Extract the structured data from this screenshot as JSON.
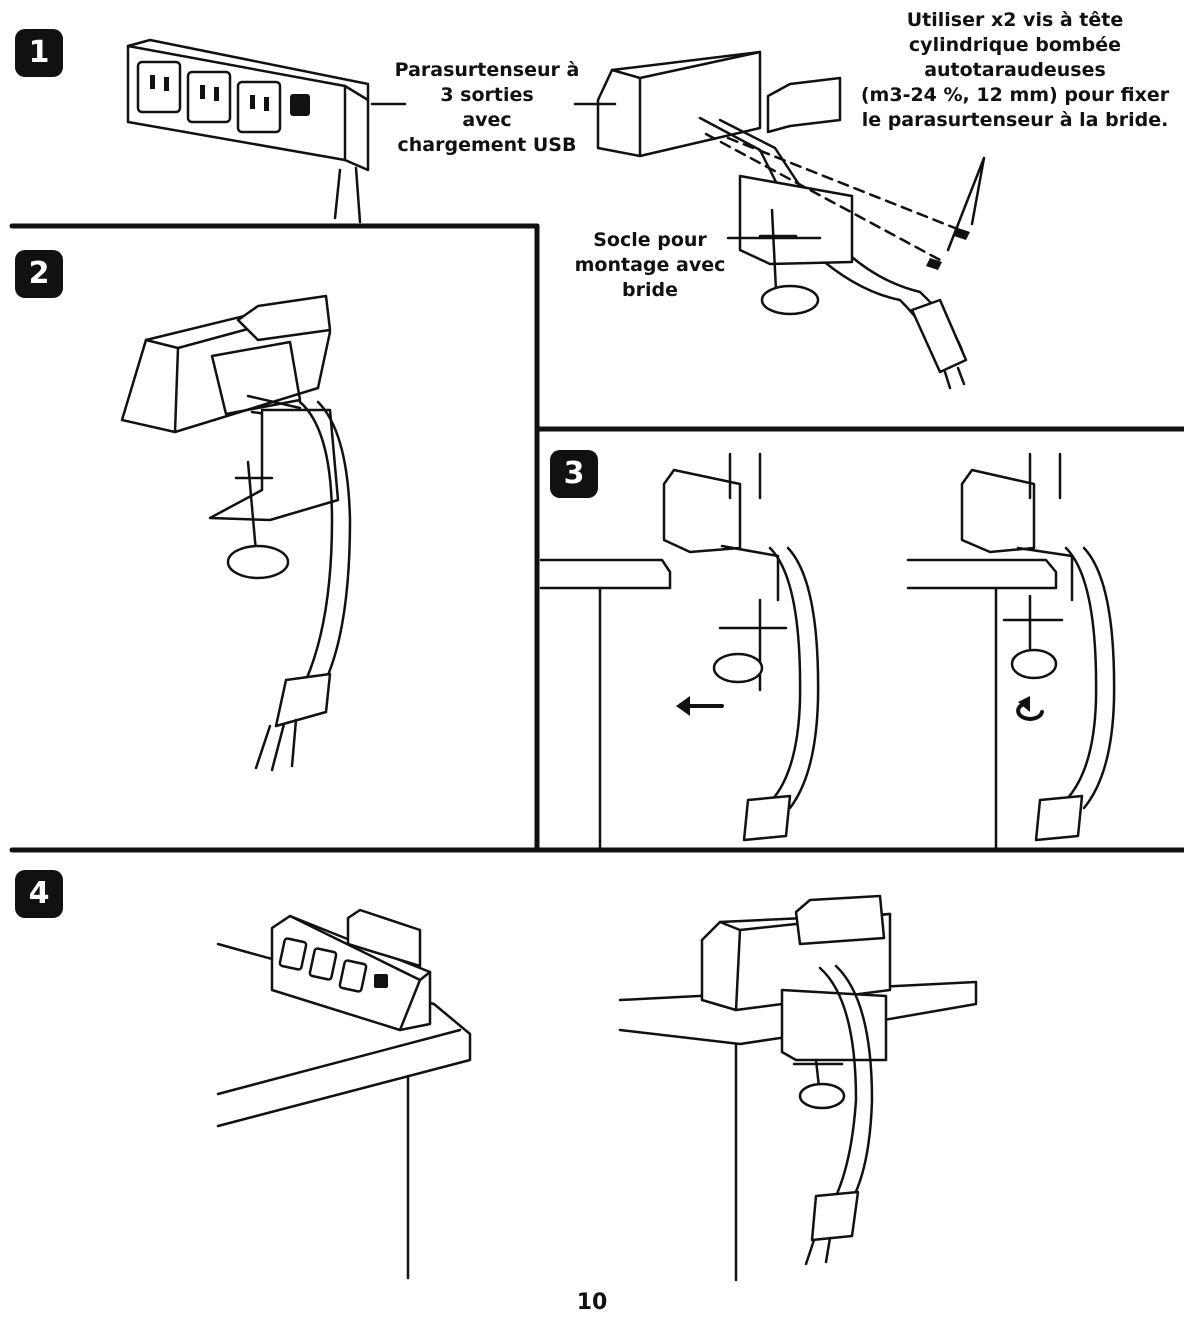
{
  "steps": [
    {
      "number": "1"
    },
    {
      "number": "2"
    },
    {
      "number": "3"
    },
    {
      "number": "4"
    }
  ],
  "labels": {
    "surge_protector": [
      "Parasurtenseur à",
      "3 sorties",
      "avec",
      "chargement USB"
    ],
    "screws": [
      "Utiliser x2 vis à tête",
      "cylindrique bombée",
      "autotaraudeuses",
      "(m3-24 %, 12 mm) pour fixer",
      "le parasurtenseur à la bride."
    ],
    "clamp_base": [
      "Socle pour",
      "montage avec",
      "bride"
    ]
  },
  "page_number": "10",
  "icons": [
    "arrow-left-icon",
    "rotate-icon"
  ],
  "colors": {
    "ink": "#111111",
    "background": "#ffffff"
  }
}
